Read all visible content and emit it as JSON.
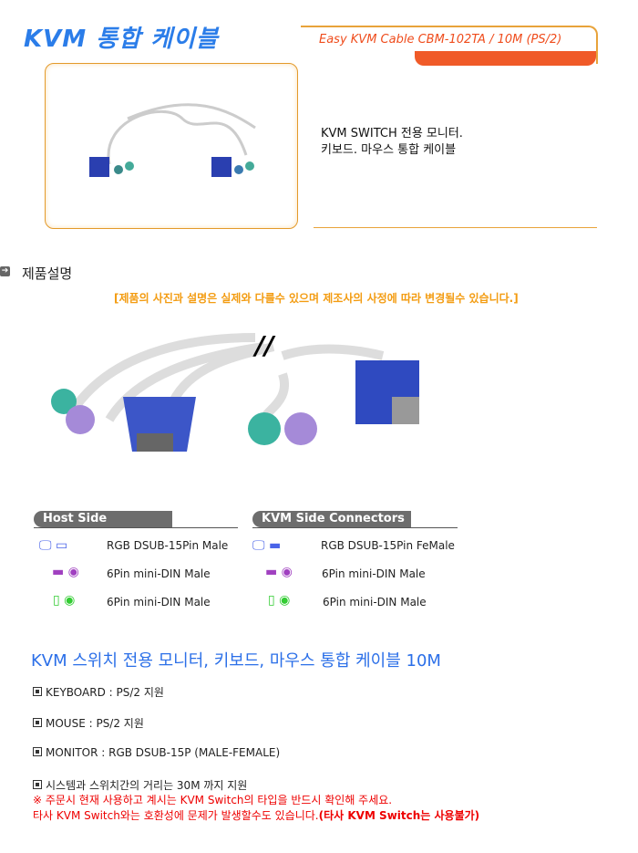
{
  "header": {
    "title": "KVM 통합 케이블",
    "model": "Easy KVM Cable CBM-102TA / 10M (PS/2)"
  },
  "intro": {
    "line1": "KVM SWITCH 전용 모니터.",
    "line2": "키보드. 마우스 통합 케이블"
  },
  "section": {
    "title": "제품설명",
    "notice": "[제품의 사진과 설명은 실제와 다를수 있으며 제조사의 사정에 따라 변경될수 있습니다.]"
  },
  "host": {
    "header": "Host Side Connectors",
    "items": [
      "RGB DSUB-15Pin Male",
      "6Pin mini-DIN Male",
      "6Pin mini-DIN Male"
    ]
  },
  "kvm": {
    "header": "KVM Side Connectors",
    "items": [
      "RGB DSUB-15Pin FeMale",
      "6Pin mini-DIN Male",
      "6Pin mini-DIN Male"
    ]
  },
  "headline": "KVM 스위치 전용 모니터, 키보드, 마우스 통합 케이블 10M",
  "specs": [
    "KEYBOARD : PS/2 지원",
    "MOUSE : PS/2 지원",
    "MONITOR : RGB DSUB-15P (MALE-FEMALE)",
    "시스템과 스위치간의 거리는 30M 까지 지원"
  ],
  "warning": {
    "line1": "※ 주문시 현재 사용하고 계시는 KVM Switch의 타입을 반드시 확인해 주세요.",
    "line2": "타사 KVM Switch와는 호환성에 문제가 발생할수도 있습니다.",
    "line2_bold": "(타사 KVM Switch는 사용불가)"
  },
  "colors": {
    "accent_blue": "#2b7de9",
    "orange": "#f05a28",
    "red": "#e00000"
  }
}
